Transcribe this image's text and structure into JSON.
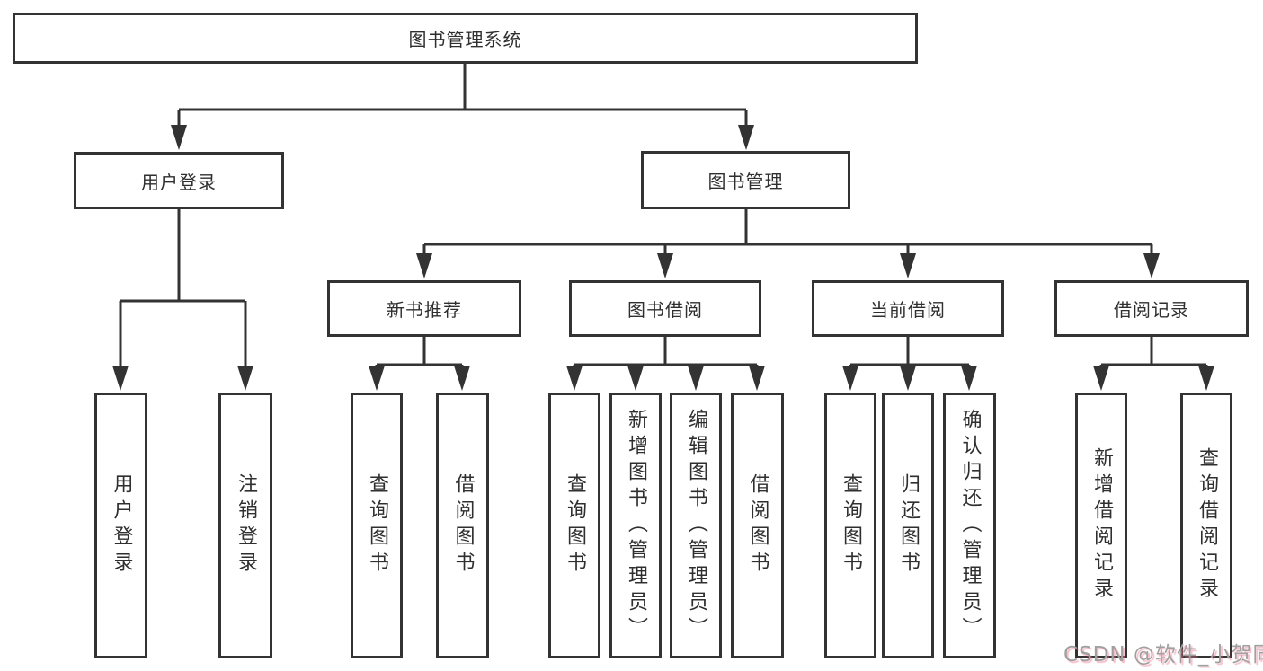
{
  "tree": {
    "root": "图书管理系统",
    "branches": [
      {
        "label": "用户登录",
        "children": [
          {
            "label": "用户登录"
          },
          {
            "label": "注销登录"
          }
        ]
      },
      {
        "label": "图书管理",
        "children": [
          {
            "label": "新书推荐",
            "children": [
              {
                "label": "查询图书"
              },
              {
                "label": "借阅图书"
              }
            ]
          },
          {
            "label": "图书借阅",
            "children": [
              {
                "label": "查询图书"
              },
              {
                "label": "新增图书（管理员）"
              },
              {
                "label": "编辑图书（管理员）"
              },
              {
                "label": "借阅图书"
              }
            ]
          },
          {
            "label": "当前借阅",
            "children": [
              {
                "label": "查询图书"
              },
              {
                "label": "归还图书"
              },
              {
                "label": "确认归还（管理员）"
              }
            ]
          },
          {
            "label": "借阅记录",
            "children": [
              {
                "label": "新增借阅记录"
              },
              {
                "label": "查询借阅记录"
              }
            ]
          }
        ]
      }
    ]
  },
  "watermark": {
    "text": "CSDN @软件_小贺同学"
  },
  "colors": {
    "line": "#333333",
    "border": "#333333",
    "text": "#2f2f2f",
    "background": "#ffffff",
    "watermark": "#a0a0a0",
    "watermark_shadow": "#e96883"
  }
}
